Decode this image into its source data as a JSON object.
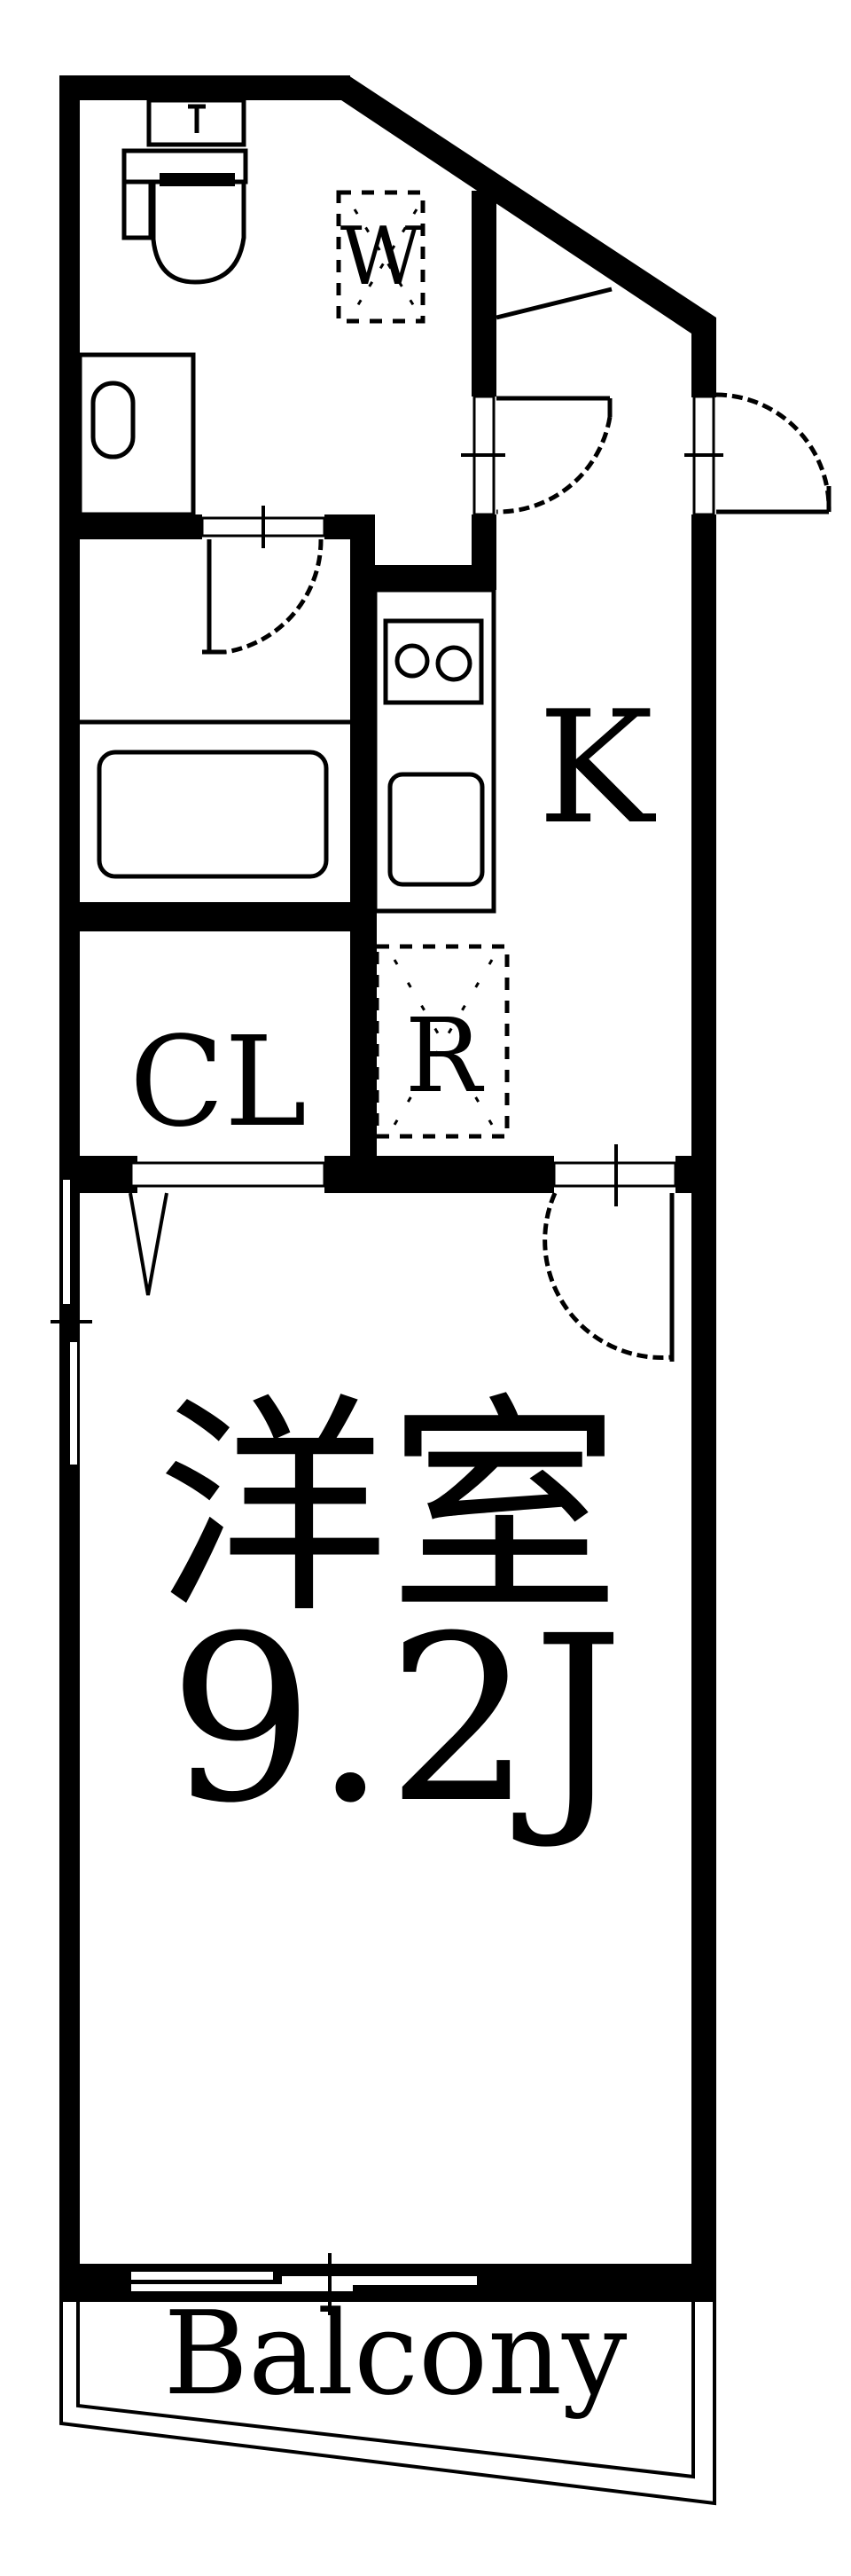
{
  "floor_plan": {
    "rooms": {
      "toilet_label": "W",
      "kitchen_label": "K",
      "closet_label": "CL",
      "fridge_label": "R",
      "main_room_label": "洋室",
      "main_room_size": "9.2J",
      "balcony_label": "Balcony"
    },
    "fixtures": [
      "toilet",
      "washbasin",
      "bathtub",
      "two-burner-stove",
      "kitchen-sink",
      "washing-machine-space",
      "refrigerator-space"
    ],
    "colors": {
      "wall": "#000000",
      "background": "#ffffff"
    }
  }
}
